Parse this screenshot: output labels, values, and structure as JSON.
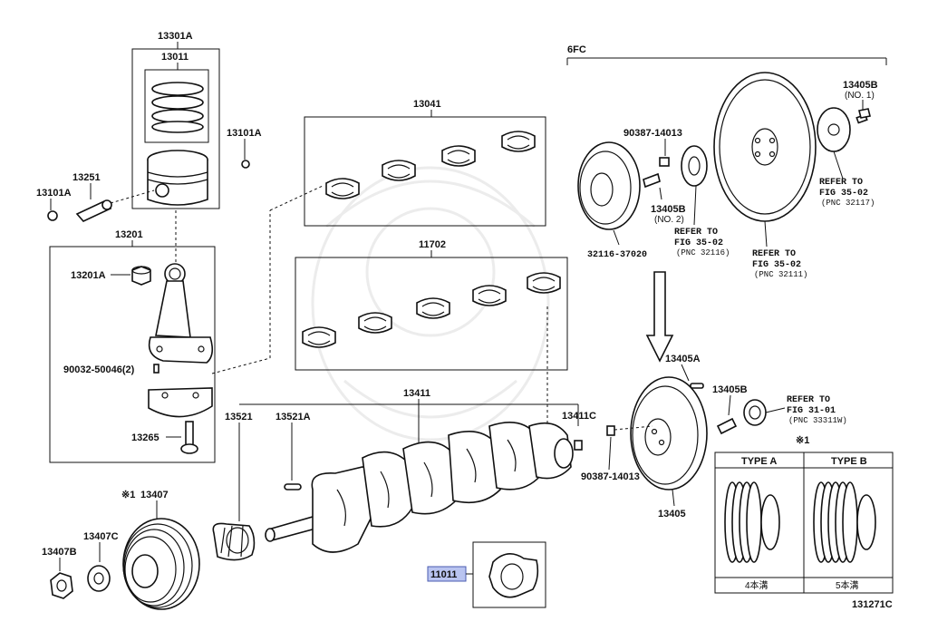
{
  "diagram": {
    "figure_code": "131271C",
    "labels": {
      "l13301A": "13301A",
      "l13011": "13011",
      "l13101A_r": "13101A",
      "l13251": "13251",
      "l13101A_l": "13101A",
      "l13201": "13201",
      "l13201A": "13201A",
      "l90032": "90032-50046(2)",
      "l13265": "13265",
      "l13041": "13041",
      "l11702": "11702",
      "l13411": "13411",
      "l13521": "13521",
      "l13521A": "13521A",
      "l13411C": "13411C",
      "l13407": "13407",
      "l13407_mark": "※1",
      "l13407C": "13407C",
      "l13407B": "13407B",
      "l11011": "11011",
      "l6FC": "6FC",
      "l13405B_top": "13405B",
      "l13405B_top_sub": "(NO. 1)",
      "l90387_top": "90387-14013",
      "l13405B_mid": "13405B",
      "l13405B_mid_sub": "(NO. 2)",
      "l32116": "32116-37020",
      "ref1_a": "REFER TO",
      "ref1_b": "FIG 35-02",
      "ref1_c": "(PNC 32116)",
      "ref2_a": "REFER TO",
      "ref2_b": "FIG 35-02",
      "ref2_c": "(PNC 32111)",
      "ref3_a": "REFER TO",
      "ref3_b": "FIG 35-02",
      "ref3_c": "(PNC 32117)",
      "l13405A": "13405A",
      "l13405B_low": "13405B",
      "ref4_a": "REFER TO",
      "ref4_b": "FIG 31-01",
      "ref4_c": "(PNC 33311W)",
      "l90387_low": "90387-14013",
      "l13405": "13405",
      "type_mark": "※1",
      "type_a": "TYPE A",
      "type_b": "TYPE B",
      "type_a_sub": "4本溝",
      "type_b_sub": "5本溝"
    },
    "highlight_color": "#b9c4f0"
  }
}
